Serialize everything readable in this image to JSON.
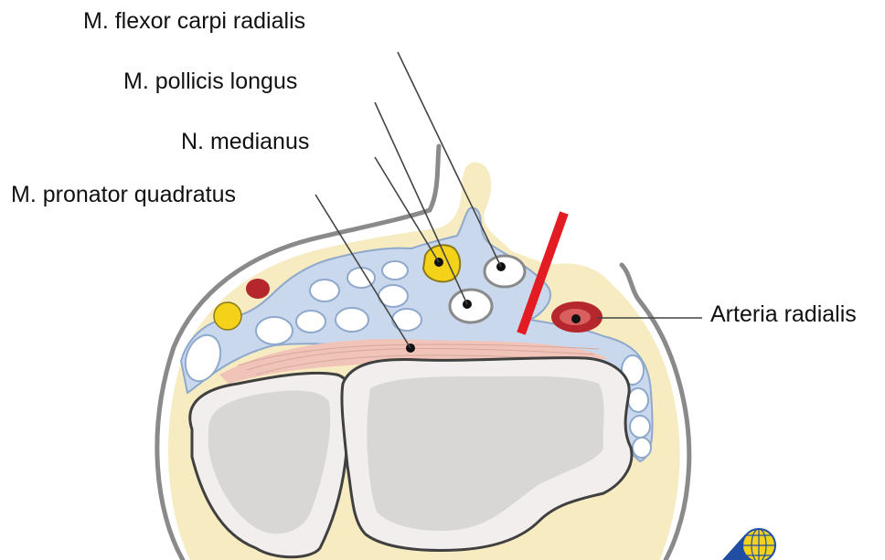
{
  "labels": {
    "flexor_carpi_radialis": "M. flexor carpi radialis",
    "pollicis_longus": "M. pollicis longus",
    "medianus": "N. medianus",
    "pronator_quadratus": "M. pronator quadratus",
    "arteria_radialis": "Arteria radialis"
  },
  "colors": {
    "skin_fill": "#f6ebc1",
    "skin_outline": "#8a8a8a",
    "fascia_fill": "#c9d8ec",
    "fascia_outline": "#8fa9cc",
    "tendon_fill": "#ffffff",
    "bone_fill": "#d9d6d6",
    "bone_cortex": "#f2eeee",
    "bone_outline": "#404040",
    "nerve_fill": "#f4d21a",
    "artery_fill": "#b5272c",
    "artery_inner": "#d95f5f",
    "muscle_fill": "#f0c4b8",
    "needle_color": "#e31b23",
    "leader_line": "#444444",
    "logo_blue": "#1f4ea3",
    "logo_yellow": "#f2d31b"
  }
}
